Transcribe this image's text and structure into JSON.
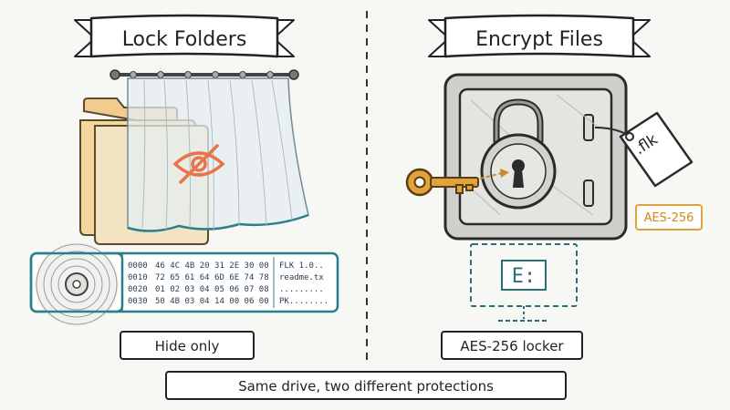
{
  "left": {
    "banner": "Lock Folders",
    "hex_dump": {
      "offsets": [
        "0000",
        "0010",
        "0020",
        "0030"
      ],
      "bytes": [
        "46 4C 4B 20 31 2E 30 00",
        "72 65 61 64 6D 6E 74 78",
        "01 02 03 04 05 06 07 08",
        "50 4B 03 04 14 00 06 00"
      ],
      "ascii": [
        "FLK 1.0..",
        "readme.tx",
        ".........",
        "PK........"
      ]
    },
    "label": "Hide only"
  },
  "right": {
    "banner": "Encrypt Files",
    "tag_text": ".flk",
    "aes_badge": "AES-256",
    "drive_letter": "E:",
    "label": "AES-256 locker"
  },
  "caption": "Same drive, two different protections",
  "colors": {
    "accent_orange": "#e8754a",
    "teal": "#2a6f7a",
    "gold": "#e0a23a",
    "aes_orange": "#d48a12"
  }
}
